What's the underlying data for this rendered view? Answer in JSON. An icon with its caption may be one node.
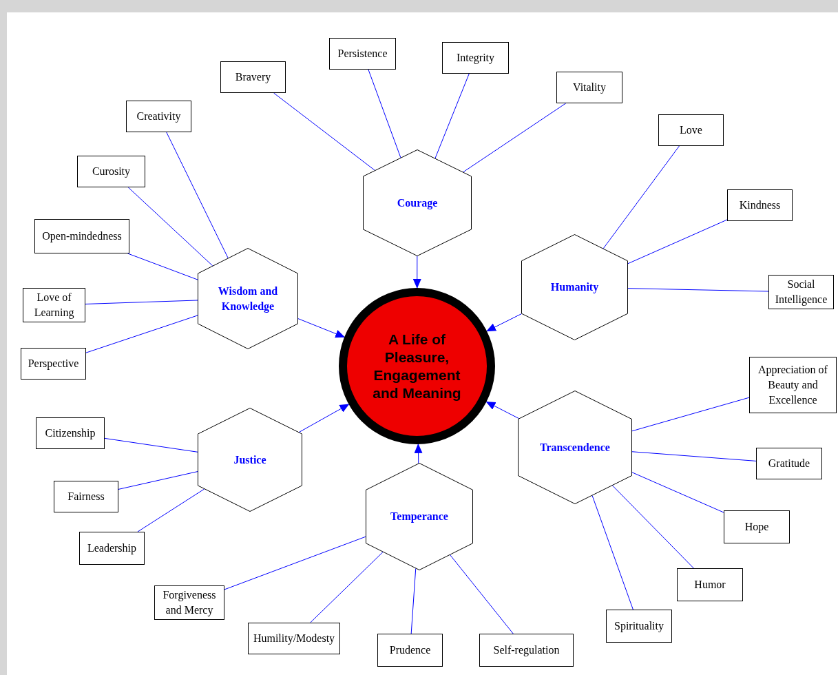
{
  "diagram": {
    "nodes": [
      {
        "text": [
          "A Life of Pleasure, Engagement and Meaning"
        ]
      },
      {
        "text": [
          "Courage"
        ]
      },
      {
        "text": [
          "Humanity"
        ]
      },
      {
        "text": [
          "Wisdom and Knowledge"
        ]
      },
      {
        "text": [
          "Justice"
        ]
      },
      {
        "text": [
          "Temperance"
        ]
      },
      {
        "text": [
          "Transcendence"
        ]
      },
      {
        "text": [
          "Bravery"
        ]
      },
      {
        "text": [
          "Persistence"
        ]
      },
      {
        "text": [
          "Integrity"
        ]
      },
      {
        "text": [
          "Vitality"
        ]
      },
      {
        "text": [
          "Love"
        ]
      },
      {
        "text": [
          "Kindness"
        ]
      },
      {
        "text": [
          "Social Intelligence"
        ]
      },
      {
        "text": [
          "Creativity"
        ]
      },
      {
        "text": [
          "Curosity"
        ]
      },
      {
        "text": [
          "Open-mindedness"
        ]
      },
      {
        "text": [
          "Love of Learning"
        ]
      },
      {
        "text": [
          "Perspective"
        ]
      },
      {
        "text": [
          "Appreciation of Beauty and Excellence"
        ]
      },
      {
        "text": [
          "Gratitude"
        ]
      },
      {
        "text": [
          "Hope"
        ]
      },
      {
        "text": [
          "Humor"
        ]
      },
      {
        "text": [
          "Spirituality"
        ]
      },
      {
        "text": [
          "Citizenship"
        ]
      },
      {
        "text": [
          "Fairness"
        ]
      },
      {
        "text": [
          "Leadership"
        ]
      },
      {
        "text": [
          "Forgiveness and Mercy"
        ]
      },
      {
        "text": [
          "Humility/Modesty"
        ]
      },
      {
        "text": [
          "Prudence"
        ]
      },
      {
        "text": [
          "Self-regulation"
        ]
      }
    ],
    "edges": [
      {
        "from": 1,
        "to": 0,
        "arrow": "to"
      },
      {
        "from": 2,
        "to": 0,
        "arrow": "to"
      },
      {
        "from": 3,
        "to": 0,
        "arrow": "to"
      },
      {
        "from": 4,
        "to": 0,
        "arrow": "to"
      },
      {
        "from": 5,
        "to": 0,
        "arrow": "to"
      },
      {
        "from": 6,
        "to": 0,
        "arrow": "to"
      },
      {
        "from": 7,
        "to": 1,
        "arrow": "none"
      },
      {
        "from": 8,
        "to": 1,
        "arrow": "none"
      },
      {
        "from": 9,
        "to": 1,
        "arrow": "none"
      },
      {
        "from": 10,
        "to": 1,
        "arrow": "none"
      },
      {
        "from": 11,
        "to": 2,
        "arrow": "none"
      },
      {
        "from": 12,
        "to": 2,
        "arrow": "none"
      },
      {
        "from": 13,
        "to": 2,
        "arrow": "none"
      },
      {
        "from": 14,
        "to": 3,
        "arrow": "none"
      },
      {
        "from": 15,
        "to": 3,
        "arrow": "none"
      },
      {
        "from": 16,
        "to": 3,
        "arrow": "none"
      },
      {
        "from": 17,
        "to": 3,
        "arrow": "none"
      },
      {
        "from": 18,
        "to": 3,
        "arrow": "none"
      },
      {
        "from": 19,
        "to": 6,
        "arrow": "none"
      },
      {
        "from": 20,
        "to": 6,
        "arrow": "none"
      },
      {
        "from": 21,
        "to": 6,
        "arrow": "none"
      },
      {
        "from": 22,
        "to": 6,
        "arrow": "none"
      },
      {
        "from": 23,
        "to": 6,
        "arrow": "none"
      },
      {
        "from": 24,
        "to": 4,
        "arrow": "none"
      },
      {
        "from": 25,
        "to": 4,
        "arrow": "none"
      },
      {
        "from": 26,
        "to": 4,
        "arrow": "none"
      },
      {
        "from": 27,
        "to": 5,
        "arrow": "none"
      },
      {
        "from": 28,
        "to": 5,
        "arrow": "none"
      },
      {
        "from": 29,
        "to": 5,
        "arrow": "none"
      },
      {
        "from": 30,
        "to": 5,
        "arrow": "none"
      }
    ]
  }
}
